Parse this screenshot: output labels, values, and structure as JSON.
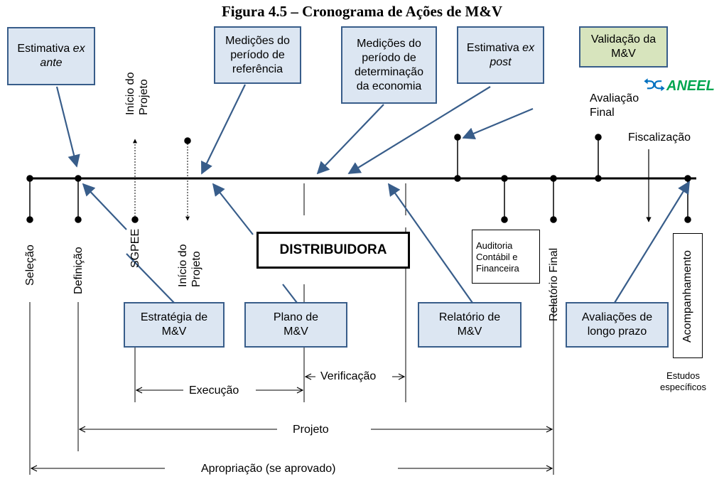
{
  "title": "Figura 4.5 – Cronograma de Ações de M&V",
  "top_boxes": {
    "estimativa_ex_ante": {
      "line1": "Estimativa ",
      "line1_italic": "ex",
      "line2_italic": "ante"
    },
    "medicoes_referencia": {
      "line1": "Medições do",
      "line2": "período de",
      "line3": "referência"
    },
    "medicoes_economia": {
      "line1": "Medições do",
      "line2": "período de",
      "line3": "determinação",
      "line4": "da economia"
    },
    "estimativa_ex_post": {
      "line1": "Estimativa ",
      "line1_italic": "ex",
      "line2_italic": "post"
    },
    "validacao": {
      "line1": "Validação da",
      "line2": "M&V"
    }
  },
  "bottom_boxes": {
    "estrategia": {
      "line1": "Estratégia de",
      "line2": "M&V"
    },
    "plano": {
      "line1": "Plano de",
      "line2": "M&V"
    },
    "relatorio": {
      "line1": "Relatório de",
      "line2": "M&V"
    },
    "avaliacoes": {
      "line1": "Avaliações de",
      "line2": "longo prazo"
    }
  },
  "distribuidora": "DISTRIBUIDORA",
  "logo_text": "ANEEL",
  "labels": {
    "avaliacao_final_1": "Avaliação",
    "avaliacao_final_2": "Final",
    "fiscalizacao": "Fiscalização",
    "inicio_projeto_1": "Início do",
    "inicio_projeto_2": "Projeto",
    "selecao": "Seleção",
    "definicao": "Definição",
    "sgpee": "SGPEE",
    "relatorio_final": "Relatório Final",
    "acompanhamento": "Acompanhamento",
    "auditoria_1": "Auditoria",
    "auditoria_2": "Contábil e",
    "auditoria_3": "Financeira",
    "estudos_1": "Estudos",
    "estudos_2": "específicos",
    "execucao": "Execução",
    "verificacao": "Verificação",
    "projeto": "Projeto",
    "apropriacao": "Apropriação (se aprovado)"
  },
  "colors": {
    "box_fill": "#dce6f2",
    "box_border": "#385d8a",
    "validation_fill": "#d7e4bd",
    "arrow": "#385d8a",
    "logo_blue": "#0070c0",
    "logo_green": "#00a650"
  }
}
